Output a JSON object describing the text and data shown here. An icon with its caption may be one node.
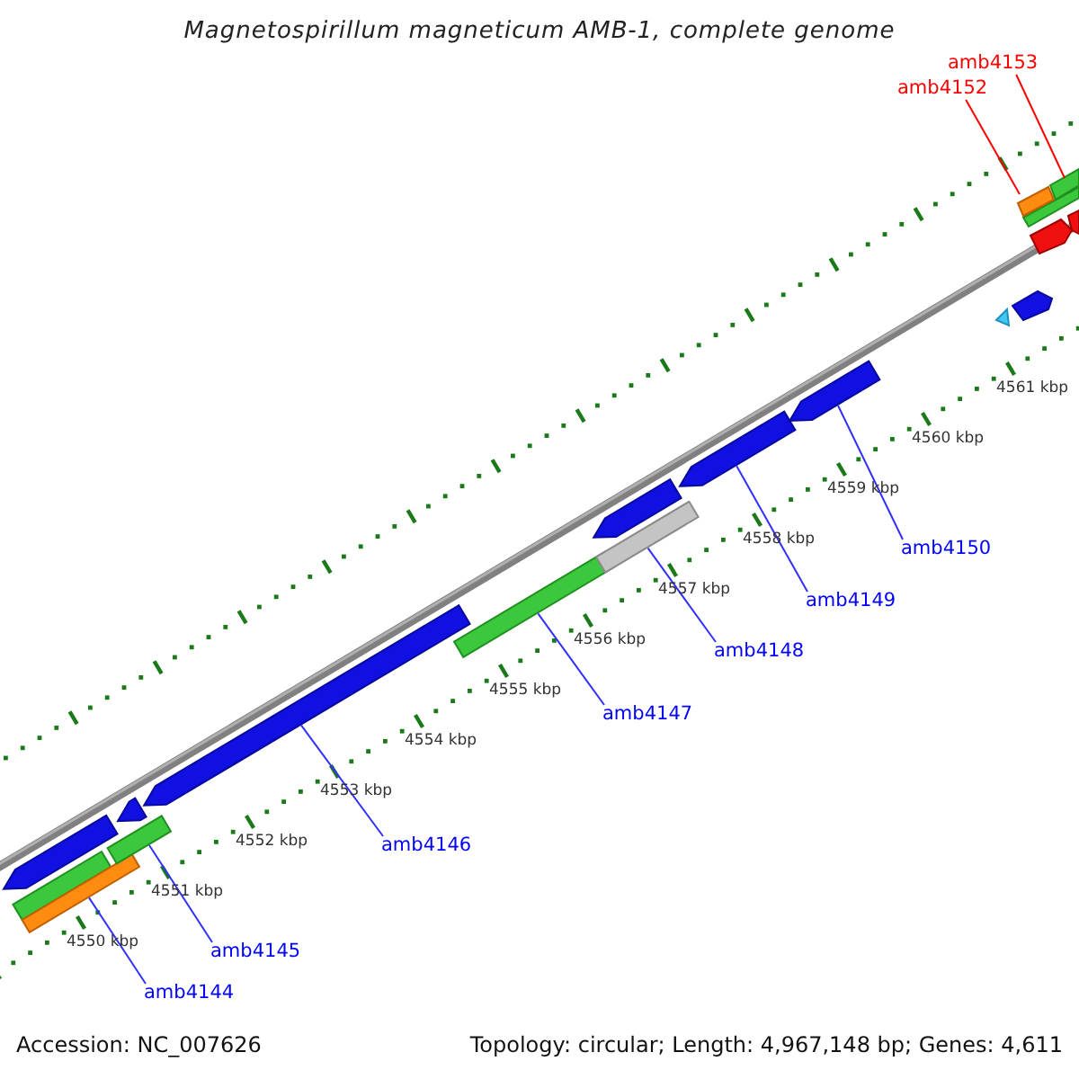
{
  "diagram": {
    "title": "Magnetospirillum magneticum AMB-1, complete genome",
    "nodes": [
      {
        "text": [
          "amb4144"
        ]
      },
      {
        "text": [
          "amb4145"
        ]
      },
      {
        "text": [
          "amb4146"
        ]
      },
      {
        "text": [
          "amb4147"
        ]
      },
      {
        "text": [
          "amb4148"
        ]
      },
      {
        "text": [
          "amb4149"
        ]
      },
      {
        "text": [
          "amb4150"
        ]
      },
      {
        "text": [
          "amb4152"
        ]
      },
      {
        "text": [
          "amb4153"
        ]
      },
      {
        "text": [],
        "shape": "bar"
      },
      {
        "text": [],
        "shape": "bar"
      },
      {
        "text": [],
        "shape": "bar"
      },
      {
        "text": [],
        "shape": "bar"
      },
      {
        "text": [],
        "shape": "bar"
      },
      {
        "text": [],
        "shape": "bar"
      },
      {
        "text": [],
        "shape": "bar"
      },
      {
        "text": [],
        "shape": "bar"
      },
      {
        "text": [],
        "shape": "bar"
      }
    ],
    "edges": [
      {
        "from": 0,
        "to": 9,
        "arrow": "none"
      },
      {
        "from": 1,
        "to": 10,
        "arrow": "none"
      },
      {
        "from": 2,
        "to": 11,
        "arrow": "none"
      },
      {
        "from": 3,
        "to": 12,
        "arrow": "none"
      },
      {
        "from": 4,
        "to": 13,
        "arrow": "none"
      },
      {
        "from": 5,
        "to": 14,
        "arrow": "none"
      },
      {
        "from": 6,
        "to": 15,
        "arrow": "none"
      },
      {
        "from": 7,
        "to": 16,
        "arrow": "none",
        "color": "#ff0000"
      },
      {
        "from": 8,
        "to": 17,
        "arrow": "none",
        "color": "#ff0000"
      }
    ],
    "labels": [
      "4550 kbp",
      "4551 kbp",
      "4552 kbp",
      "4553 kbp",
      "4554 kbp",
      "4555 kbp",
      "4556 kbp",
      "4557 kbp",
      "4558 kbp",
      "4559 kbp",
      "4560 kbp",
      "4561 kbp",
      "Accession: NC_007626",
      "Topology: circular; Length: 4,967,148 bp; Genes: 4,611"
    ]
  }
}
